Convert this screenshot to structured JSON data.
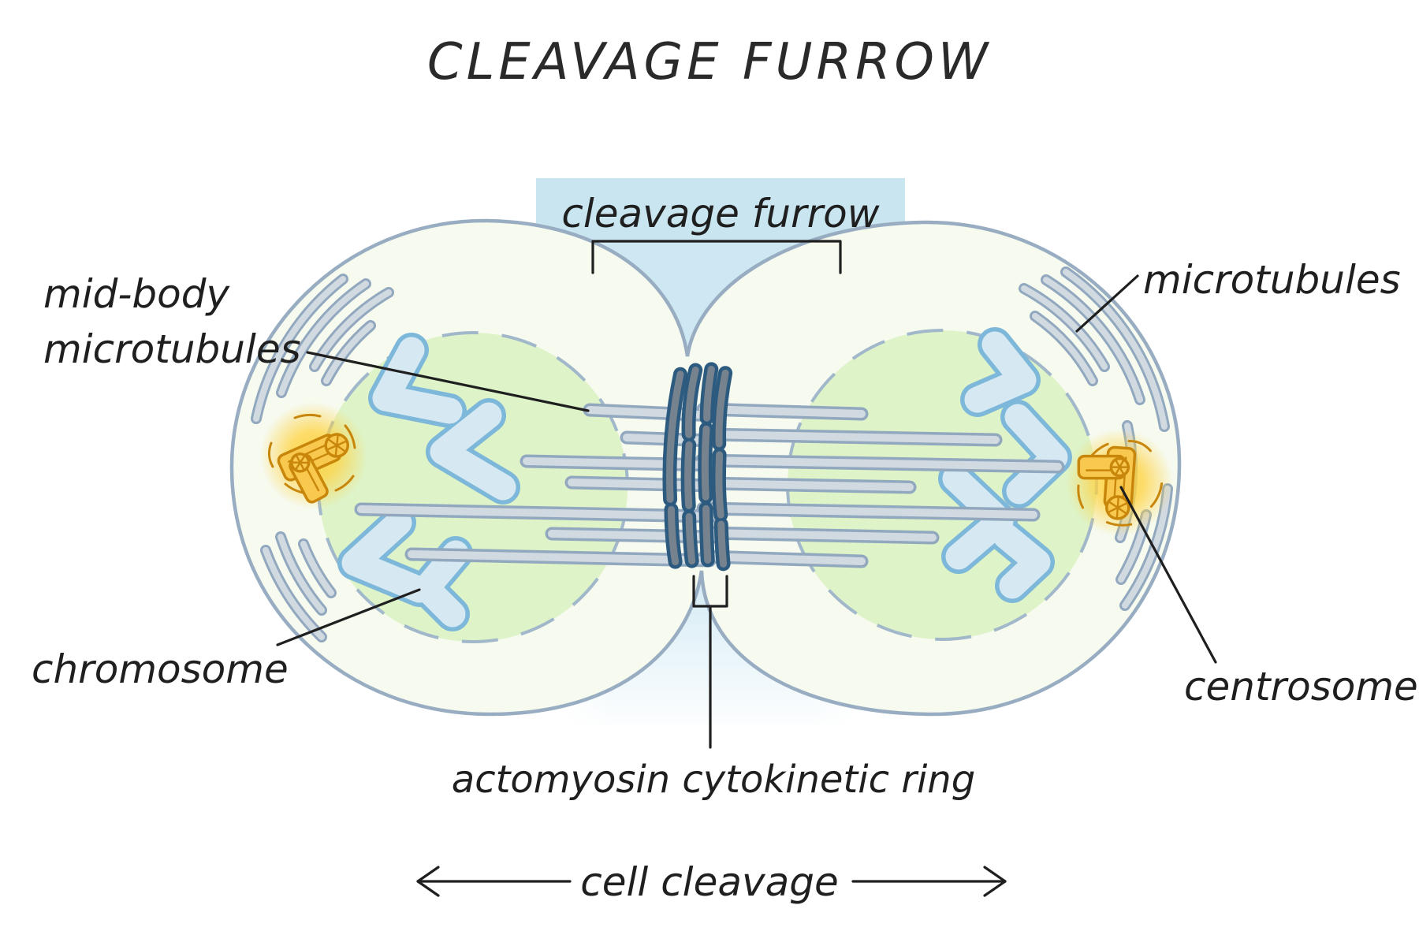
{
  "title": "CLEAVAGE FURROW",
  "highlight_label": "cleavage furrow",
  "labels": {
    "midbody_line1": "mid-body",
    "midbody_line2": "microtubules",
    "microtubules": "microtubules",
    "chromosome": "chromosome",
    "centrosome": "centrosome",
    "actomyosin_ring": "actomyosin cytokinetic ring",
    "cell_cleavage": "cell cleavage"
  },
  "colors": {
    "ink": "#1f1f1f",
    "membrane": "#98adc2",
    "cell-fill": "#f6faef",
    "band-blue": "#cbe7f2",
    "highlight-blue": "#c9e5f0",
    "nucleus-green": "#def3c7",
    "nucleus-border": "#9fb6ca",
    "chromo-fill": "#d6e9f2",
    "chromo-stroke": "#7db7d9",
    "mt-fill": "#d2dae1",
    "mt-stroke": "#91a8bf",
    "ring-fill": "#76838f",
    "ring-stroke": "#2c5b7f",
    "centro-fill": "#f8c94e",
    "centro-stroke": "#c8860b",
    "glow": "#ffd23e"
  }
}
